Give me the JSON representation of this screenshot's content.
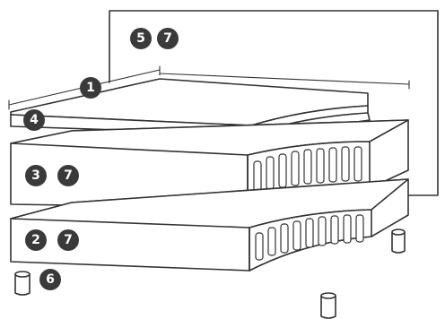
{
  "diagram": {
    "badges": {
      "headboard_a": "5",
      "headboard_b": "7",
      "topper": "1",
      "comfort_layer": "4",
      "mattress_a": "3",
      "mattress_b": "7",
      "base_a": "2",
      "base_b": "7",
      "foot": "6"
    },
    "colors": {
      "line": "#333333",
      "badge_fill": "#3a3a3a",
      "badge_text": "#ffffff",
      "background": "#ffffff"
    }
  }
}
